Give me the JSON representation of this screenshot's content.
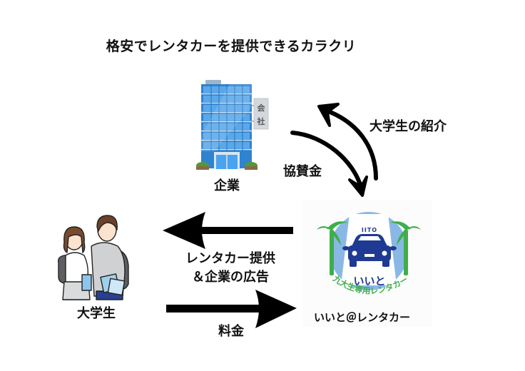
{
  "title": "格安でレンタカーを提供できるカラクリ",
  "nodes": {
    "company": {
      "label": "企業",
      "sign_text": [
        "会",
        "社"
      ],
      "icon": "office-building-icon"
    },
    "students": {
      "label": "大学生",
      "icon": "students-icon"
    },
    "rental_service": {
      "label": "いいと＠レンタカー",
      "logo": {
        "tag": "IITO",
        "name": "いいと",
        "tagline": "九大生専用レンタカー",
        "icon": "car-palm-logo-icon"
      }
    }
  },
  "edges": {
    "sponsorship": {
      "label": "協賛金",
      "from": "company",
      "to": "rental_service"
    },
    "student_referral": {
      "label": "大学生の紹介",
      "from": "rental_service",
      "to": "company"
    },
    "rental_and_ads": {
      "label_lines": [
        "レンタカー提供",
        "＆企業の広告"
      ],
      "from": "rental_service",
      "to": "students"
    },
    "fee": {
      "label": "料金",
      "from": "students",
      "to": "rental_service"
    }
  },
  "colors": {
    "arrow": "#000000",
    "building_blue": "#3a8fd8",
    "logo_navy": "#1f3a93",
    "logo_sky": "#8ab8e6",
    "logo_green": "#3fae4a"
  }
}
